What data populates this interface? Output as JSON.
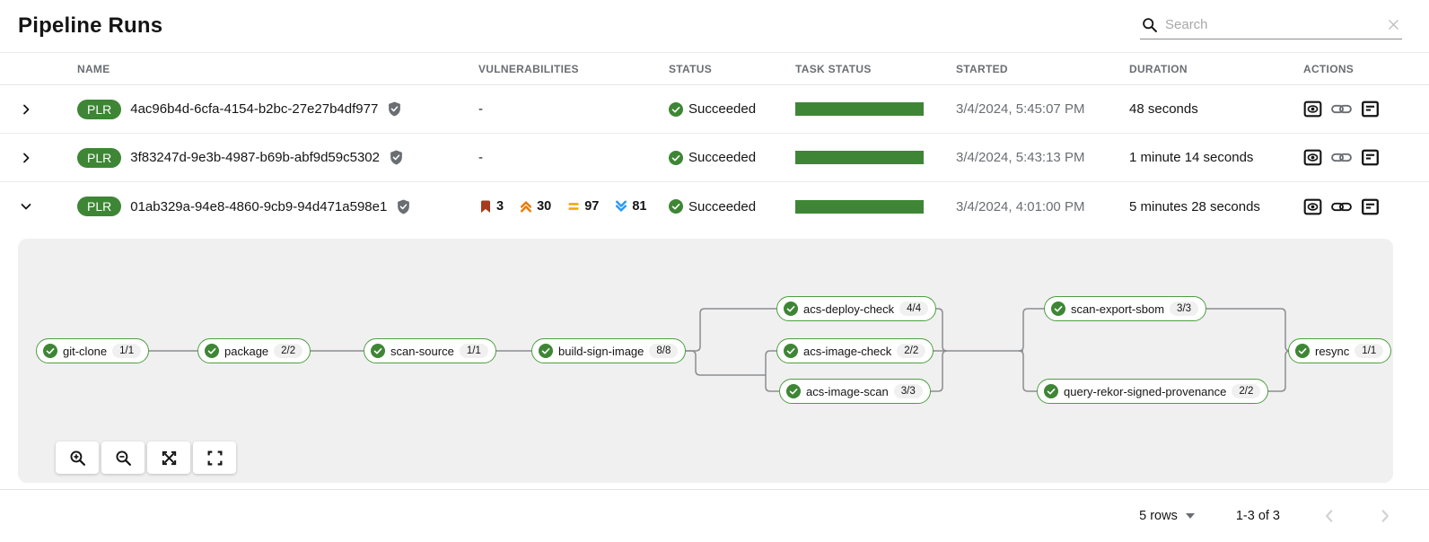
{
  "page": {
    "title": "Pipeline Runs"
  },
  "search": {
    "placeholder": "Search"
  },
  "table": {
    "columns": [
      "NAME",
      "VULNERABILITIES",
      "STATUS",
      "TASK STATUS",
      "STARTED",
      "DURATION",
      "ACTIONS"
    ],
    "rows": [
      {
        "badge": "PLR",
        "name": "4ac96b4d-6cfa-4154-b2bc-27e27b4df977",
        "vulnerabilities": "-",
        "status": "Succeeded",
        "started": "3/4/2024, 5:45:07 PM",
        "duration": "48 seconds"
      },
      {
        "badge": "PLR",
        "name": "3f83247d-9e3b-4987-b69b-abf9d59c5302",
        "vulnerabilities": "-",
        "status": "Succeeded",
        "started": "3/4/2024, 5:43:13 PM",
        "duration": "1 minute 14 seconds"
      },
      {
        "badge": "PLR",
        "name": "01ab329a-94e8-4860-9cb9-94d471a598e1",
        "vulns": {
          "critical": "3",
          "high": "30",
          "medium": "97",
          "low": "81"
        },
        "status": "Succeeded",
        "started": "3/4/2024, 4:01:00 PM",
        "duration": "5 minutes 28 seconds"
      }
    ]
  },
  "graph": {
    "nodes": [
      {
        "label": "git-clone",
        "count": "1/1"
      },
      {
        "label": "package",
        "count": "2/2"
      },
      {
        "label": "scan-source",
        "count": "1/1"
      },
      {
        "label": "build-sign-image",
        "count": "8/8"
      },
      {
        "label": "acs-deploy-check",
        "count": "4/4"
      },
      {
        "label": "acs-image-check",
        "count": "2/2"
      },
      {
        "label": "acs-image-scan",
        "count": "3/3"
      },
      {
        "label": "scan-export-sbom",
        "count": "3/3"
      },
      {
        "label": "query-rekor-signed-provenance",
        "count": "2/2"
      },
      {
        "label": "resync",
        "count": "1/1"
      }
    ]
  },
  "footer": {
    "rows_per_page": "5 rows",
    "range": "1-3 of 3"
  },
  "colors": {
    "success_green": "#3e8635",
    "node_border_green": "#4d9e40",
    "severity_critical": "#a53a1c",
    "severity_high": "#ec7a08",
    "severity_medium": "#f0ab00",
    "severity_low": "#2b9af3",
    "muted_text": "#6a6e73",
    "panel_bg": "#f0f0f0",
    "edge_grey": "#8b8d8f"
  }
}
